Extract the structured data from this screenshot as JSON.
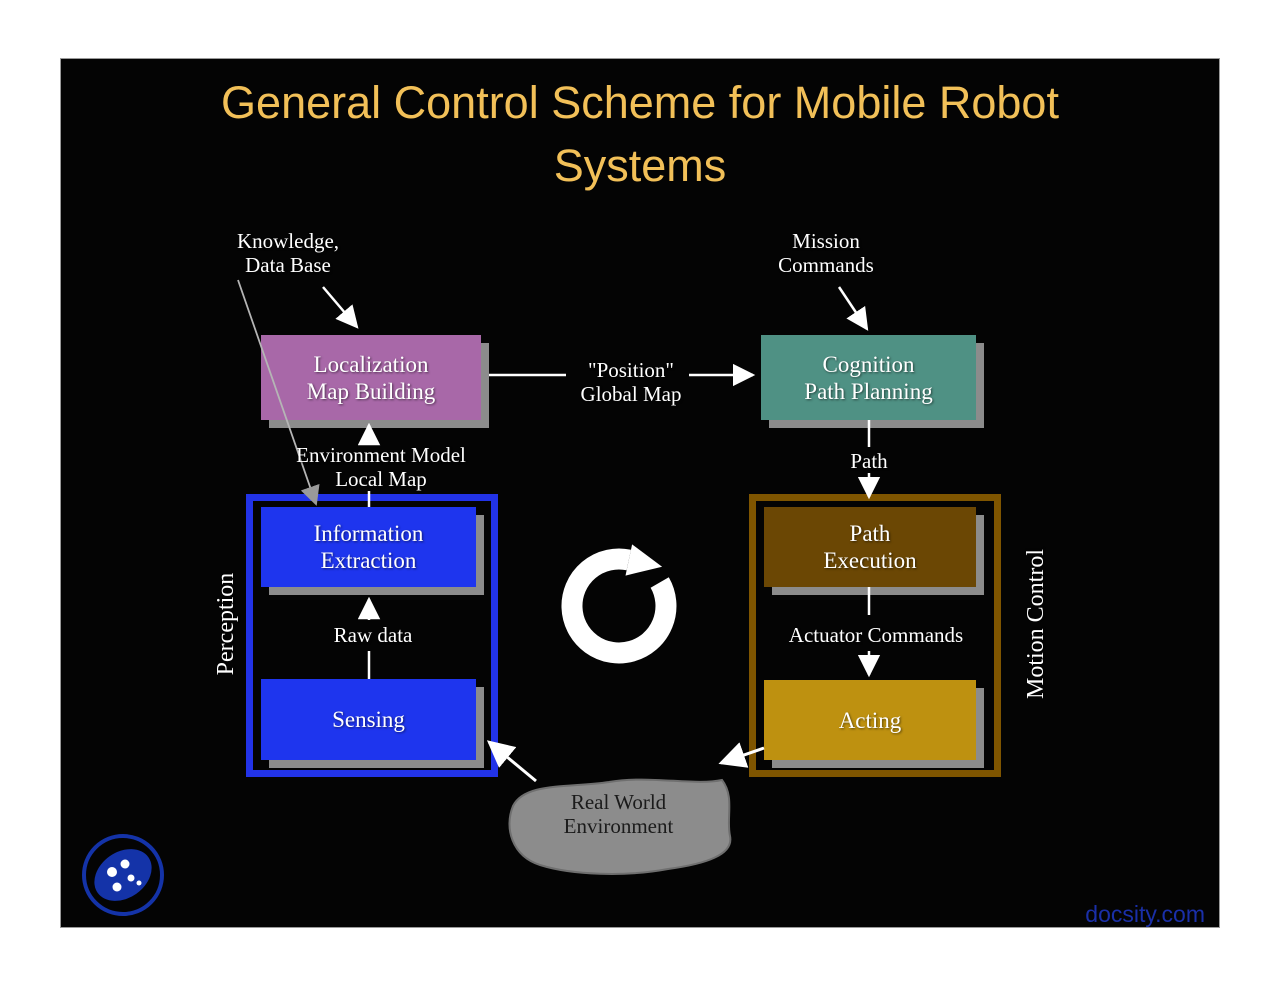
{
  "title": "General Control Scheme for Mobile Robot Systems",
  "labels": {
    "knowledge": [
      "Knowledge,",
      "Data Base"
    ],
    "mission": [
      "Mission",
      "Commands"
    ],
    "position": [
      "\"Position\"",
      "Global Map"
    ],
    "environment_model": [
      "Environment Model",
      "Local Map"
    ],
    "path": "Path",
    "raw_data": "Raw data",
    "actuator_commands": "Actuator Commands",
    "perception": "Perception",
    "motion_control": "Motion Control"
  },
  "boxes": {
    "localization": [
      "Localization",
      "Map Building"
    ],
    "cognition": [
      "Cognition",
      "Path Planning"
    ],
    "information": [
      "Information",
      "Extraction"
    ],
    "sensing": [
      "Sensing"
    ],
    "path_execution": [
      "Path",
      "Execution"
    ],
    "acting": [
      "Acting"
    ],
    "real_world": [
      "Real World",
      "Environment"
    ]
  },
  "footer": {
    "link": "docsity.com"
  },
  "colors": {
    "title_text": "#F2C058",
    "box_localization": "#A868A8",
    "box_cognition": "#4F9184",
    "box_blue": "#1E35EE",
    "box_path_execution": "#6B4704",
    "box_acting": "#BE9110",
    "perception_frame": "#2233E8",
    "motion_frame": "#7F5500",
    "shadow_and_blob_gray": "#8C8C8C",
    "slide_background": "#040404",
    "page_background": "#FFFFFF",
    "link_blue": "#1A2FA8",
    "arrow_white": "#FFFFFF"
  }
}
